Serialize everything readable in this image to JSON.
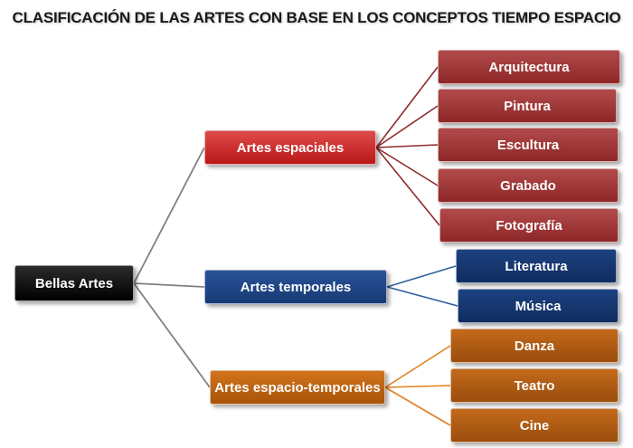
{
  "title": "CLASIFICACIÓN DE LAS ARTES CON BASE EN LOS CONCEPTOS TIEMPO ESPACIO",
  "colors": {
    "root": "#000000",
    "espaciales": "#c42020",
    "temporales": "#1a3f7a",
    "espacio_temporales": "#b85f12",
    "line_gray": "#808080",
    "line_red": "#8e2a2a",
    "line_blue": "#2e5f9a",
    "line_orange": "#e0801e"
  },
  "root": {
    "label": "Bellas Artes"
  },
  "branches": [
    {
      "label": "Artes espaciales",
      "children": [
        "Arquitectura",
        "Pintura",
        "Escultura",
        "Grabado",
        "Fotografía"
      ]
    },
    {
      "label": "Artes temporales",
      "children": [
        "Literatura",
        "Música"
      ]
    },
    {
      "label": "Artes espacio-temporales",
      "children": [
        "Danza",
        "Teatro",
        "Cine"
      ]
    }
  ]
}
